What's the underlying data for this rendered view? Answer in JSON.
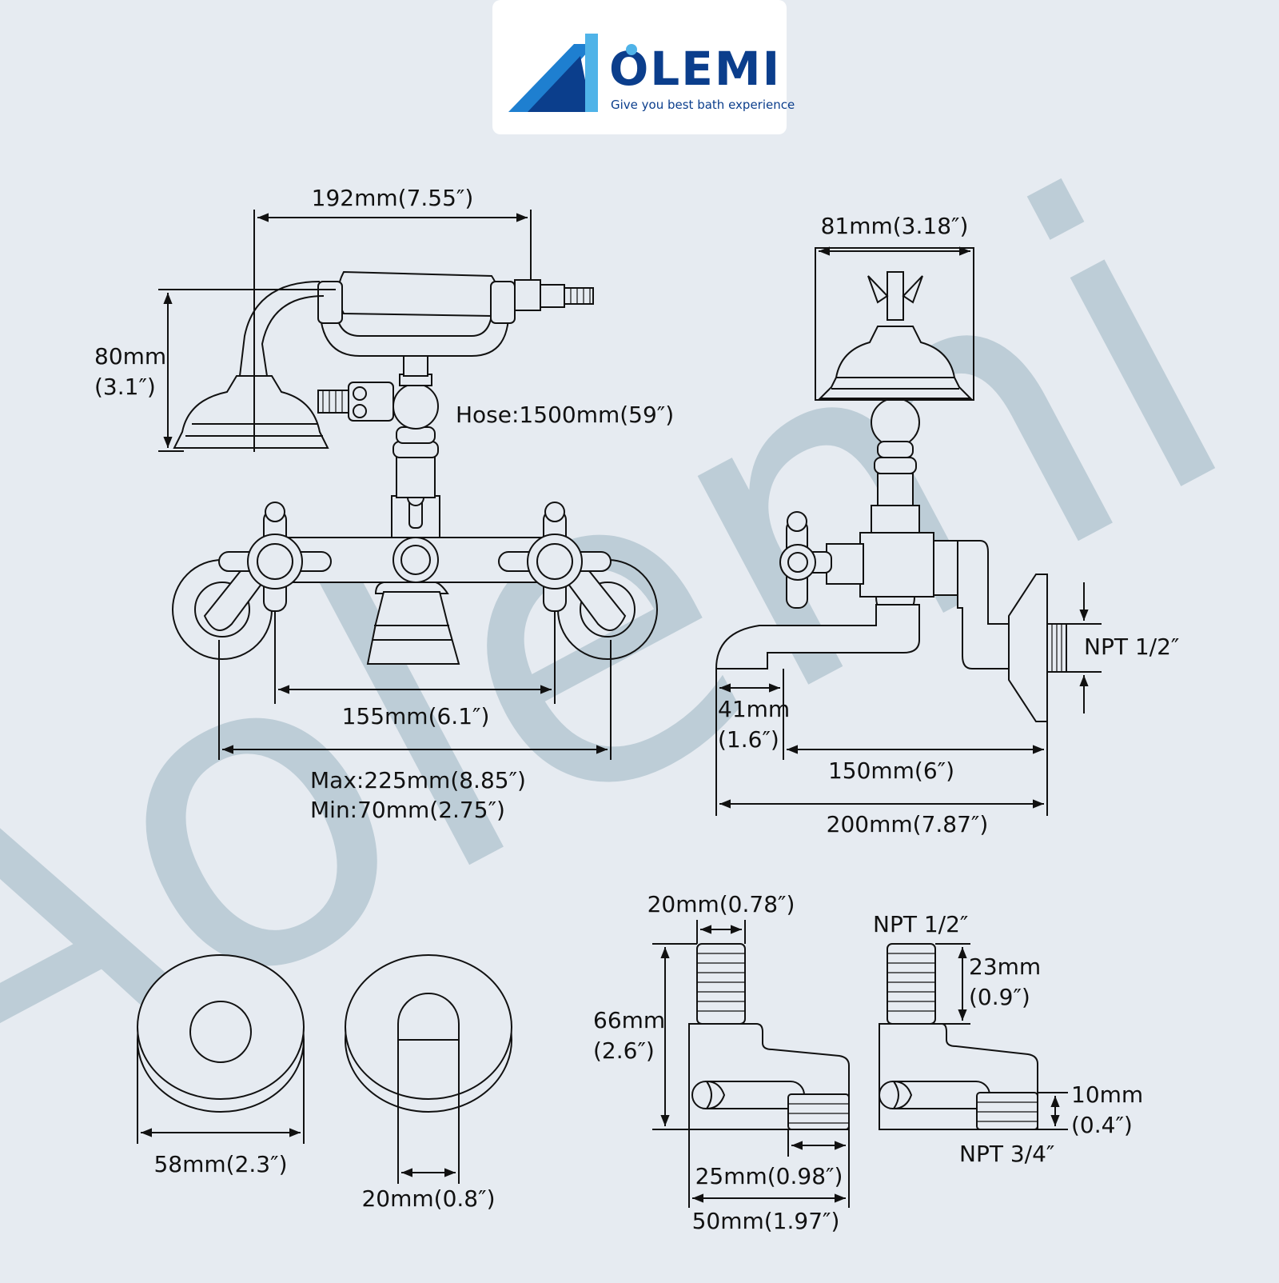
{
  "brand": {
    "name": "OLEMI",
    "tagline": "Give you best bath experience",
    "colors": {
      "blue": "#1e7fd0",
      "dark_blue": "#0b3e8c",
      "light_blue": "#4fb3e8"
    }
  },
  "watermark": "Aolemi",
  "colors": {
    "background": "#e6ebf1",
    "line": "#111111",
    "watermark": "#b4c6d1"
  },
  "dimensions": {
    "front_width": "192mm(7.55″)",
    "front_height_mm": "80mm",
    "front_height_in": "(3.1″)",
    "hose": "Hose:1500mm(59″)",
    "center_spacing": "155mm(6.1″)",
    "max_spacing": "Max:225mm(8.85″)",
    "min_spacing": "Min:70mm(2.75″)",
    "side_width": "81mm(3.18″)",
    "side_npt": "NPT 1/2″",
    "side_spout_mm": "41mm",
    "side_spout_in": "(1.6″)",
    "side_reach": "150mm(6″)",
    "side_depth": "200mm(7.87″)",
    "flange_diameter": "58mm(2.3″)",
    "flange_hole": "20mm(0.8″)",
    "conn_width": "20mm(0.78″)",
    "conn_height_mm": "66mm",
    "conn_height_in": "(2.6″)",
    "conn_offset": "25mm(0.98″)",
    "conn_total": "50mm(1.97″)",
    "conn2_npt_top": "NPT 1/2″",
    "conn2_thread_mm": "23mm",
    "conn2_thread_in": "(0.9″)",
    "conn2_outlet_mm": "10mm",
    "conn2_outlet_in": "(0.4″)",
    "conn2_npt_bottom": "NPT 3/4″"
  }
}
